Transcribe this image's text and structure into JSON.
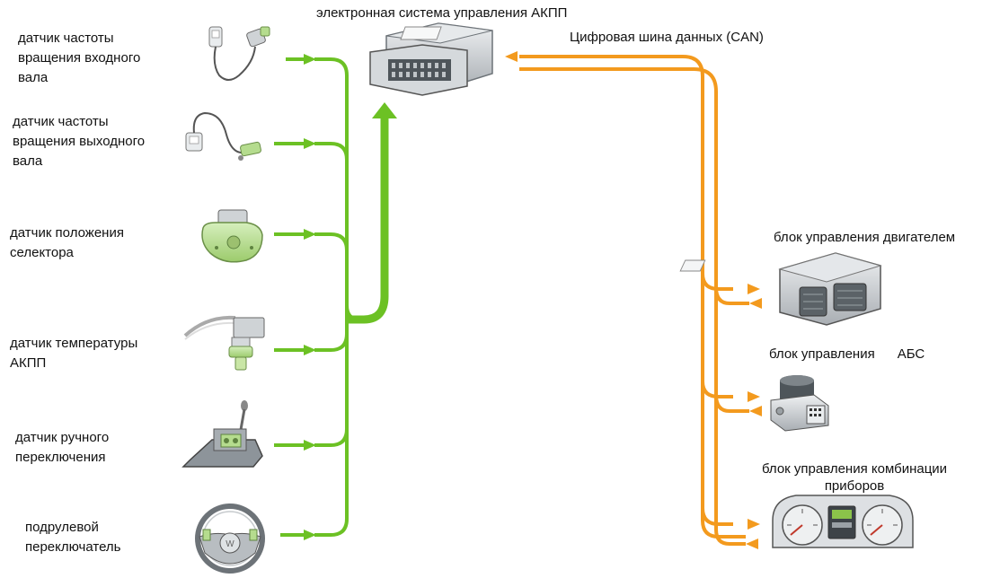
{
  "title": "электронная система управления АКПП",
  "can_bus_label": "Цифровая шина данных (CAN)",
  "colors": {
    "input_line": "#6cc124",
    "can_line": "#f39a1e",
    "device_body": "#cfd3d6",
    "device_dark": "#6d7378",
    "sensor_green": "#b5dc8e"
  },
  "sensors": [
    {
      "label": "датчик частоты\nвращения входного\nвала",
      "icon": "input-speed-sensor-icon"
    },
    {
      "label": "датчик частоты\nвращения выходного\nвала",
      "icon": "output-speed-sensor-icon"
    },
    {
      "label": "датчик положения\nселектора",
      "icon": "selector-position-sensor-icon"
    },
    {
      "label": "датчик температуры\nАКПП",
      "icon": "transmission-temperature-sensor-icon"
    },
    {
      "label": "датчик ручного\nпереключения",
      "icon": "manual-shift-sensor-icon"
    },
    {
      "label": "подрулевой\nпереключатель",
      "icon": "steering-wheel-paddle-icon"
    }
  ],
  "modules": [
    {
      "label": "блок управления двигателем",
      "icon": "engine-control-unit-icon"
    },
    {
      "label": "блок управления      АБС",
      "icon": "abs-unit-icon"
    },
    {
      "label": "блок управления комбинации\nприборов",
      "icon": "instrument-cluster-icon"
    }
  ],
  "tcu_icon": "transmission-control-unit-icon"
}
